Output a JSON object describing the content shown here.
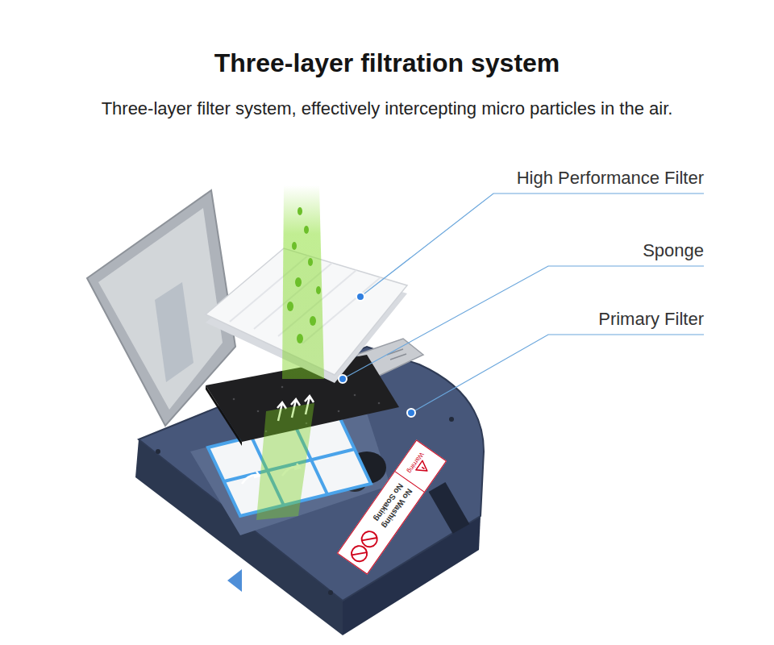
{
  "diagram": {
    "title": "Three-layer filtration system",
    "caption": "Three-layer filter system, effectively intercepting micro particles in the air.",
    "labels": [
      "High Performance Filter",
      "Sponge",
      "Primary Filter",
      "Warning",
      "No Washing",
      "No Soaking"
    ]
  }
}
